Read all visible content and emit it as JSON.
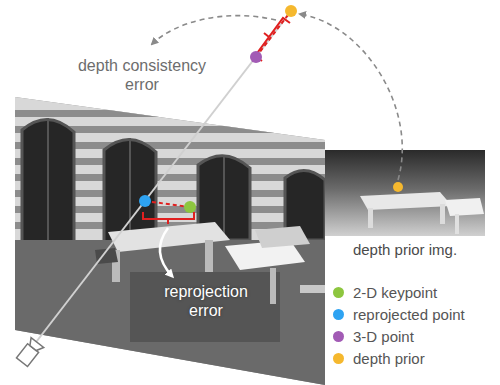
{
  "diagram": {
    "labels": [
      "depth consistency error",
      "reprojection error",
      "depth prior img."
    ],
    "legend": [
      {
        "text": "2-D keypoint",
        "color": "#8dc63f"
      },
      {
        "text": "reprojected point",
        "color": "#2ea3f2"
      },
      {
        "text": "3-D point",
        "color": "#a25bb5"
      },
      {
        "text": "depth prior",
        "color": "#f5b82e"
      }
    ]
  }
}
